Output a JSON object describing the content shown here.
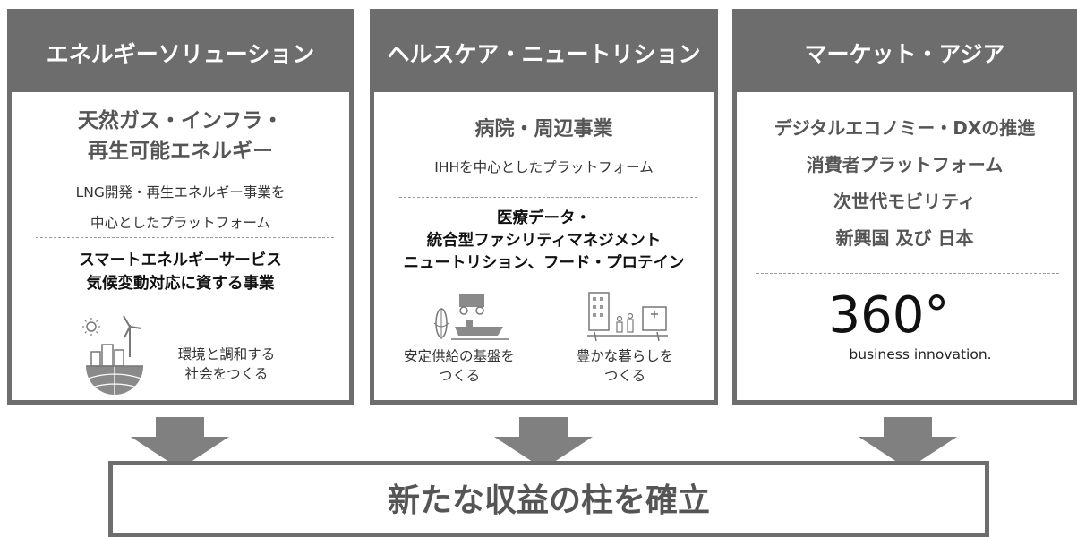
{
  "columns": [
    {
      "header": "エネルギーソリューション",
      "title_line1": "天然ガス・インフラ・",
      "title_line2": "再生可能エネルギー",
      "desc_line1": "LNG開発・再生エネルギー事業を",
      "desc_line2": "中心としたプラットフォーム",
      "bold_line1": "スマートエネルギーサービス",
      "bold_line2": "気候変動対応に資する事業",
      "icon_caption_line1": "環境と調和する",
      "icon_caption_line2": "社会をつくる"
    },
    {
      "header": "ヘルスケア・ニュートリション",
      "title": "病院・周辺事業",
      "desc": "IHHを中心としたプラットフォーム",
      "bold_line1": "医療データ・",
      "bold_line2": "統合型ファシリティマネジメント",
      "bold_line3": "ニュートリション、フード・プロテイン",
      "caption_left_line1": "安定供給の基盤を",
      "caption_left_line2": "つくる",
      "caption_right_line1": "豊かな暮らしを",
      "caption_right_line2": "つくる"
    },
    {
      "header": "マーケット・アジア",
      "line1": "デジタルエコノミー・DXの推進",
      "line2": "消費者プラットフォーム",
      "line3": "次世代モビリティ",
      "line4": "新興国 及び 日本",
      "big_number": "360°",
      "tagline": "business innovation."
    }
  ],
  "conclusion": "新たな収益の柱を確立",
  "colors": {
    "frame": "#6d6d6d",
    "arrow": "#808080",
    "header_text": "#ffffff"
  }
}
